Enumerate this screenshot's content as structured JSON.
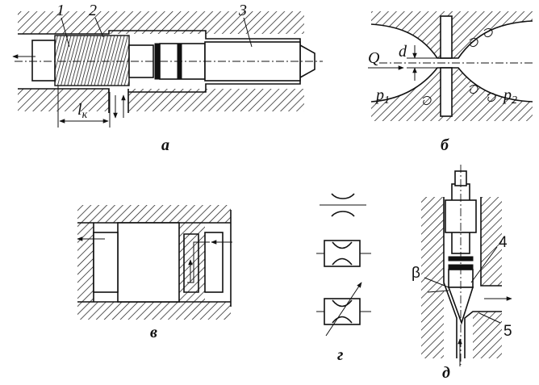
{
  "captions": {
    "a": "а",
    "b": "б",
    "v": "в",
    "g": "г",
    "d": "д"
  },
  "labels": {
    "part1": "1",
    "part2": "2",
    "part3": "3",
    "part4": "4",
    "part5": "5",
    "length": "l",
    "length_sub": "к",
    "flow": "Q",
    "diameter": "d",
    "pressure1": "p",
    "pressure1_sub": "1",
    "pressure2": "p",
    "pressure2_sub": "2",
    "angle": "β"
  }
}
